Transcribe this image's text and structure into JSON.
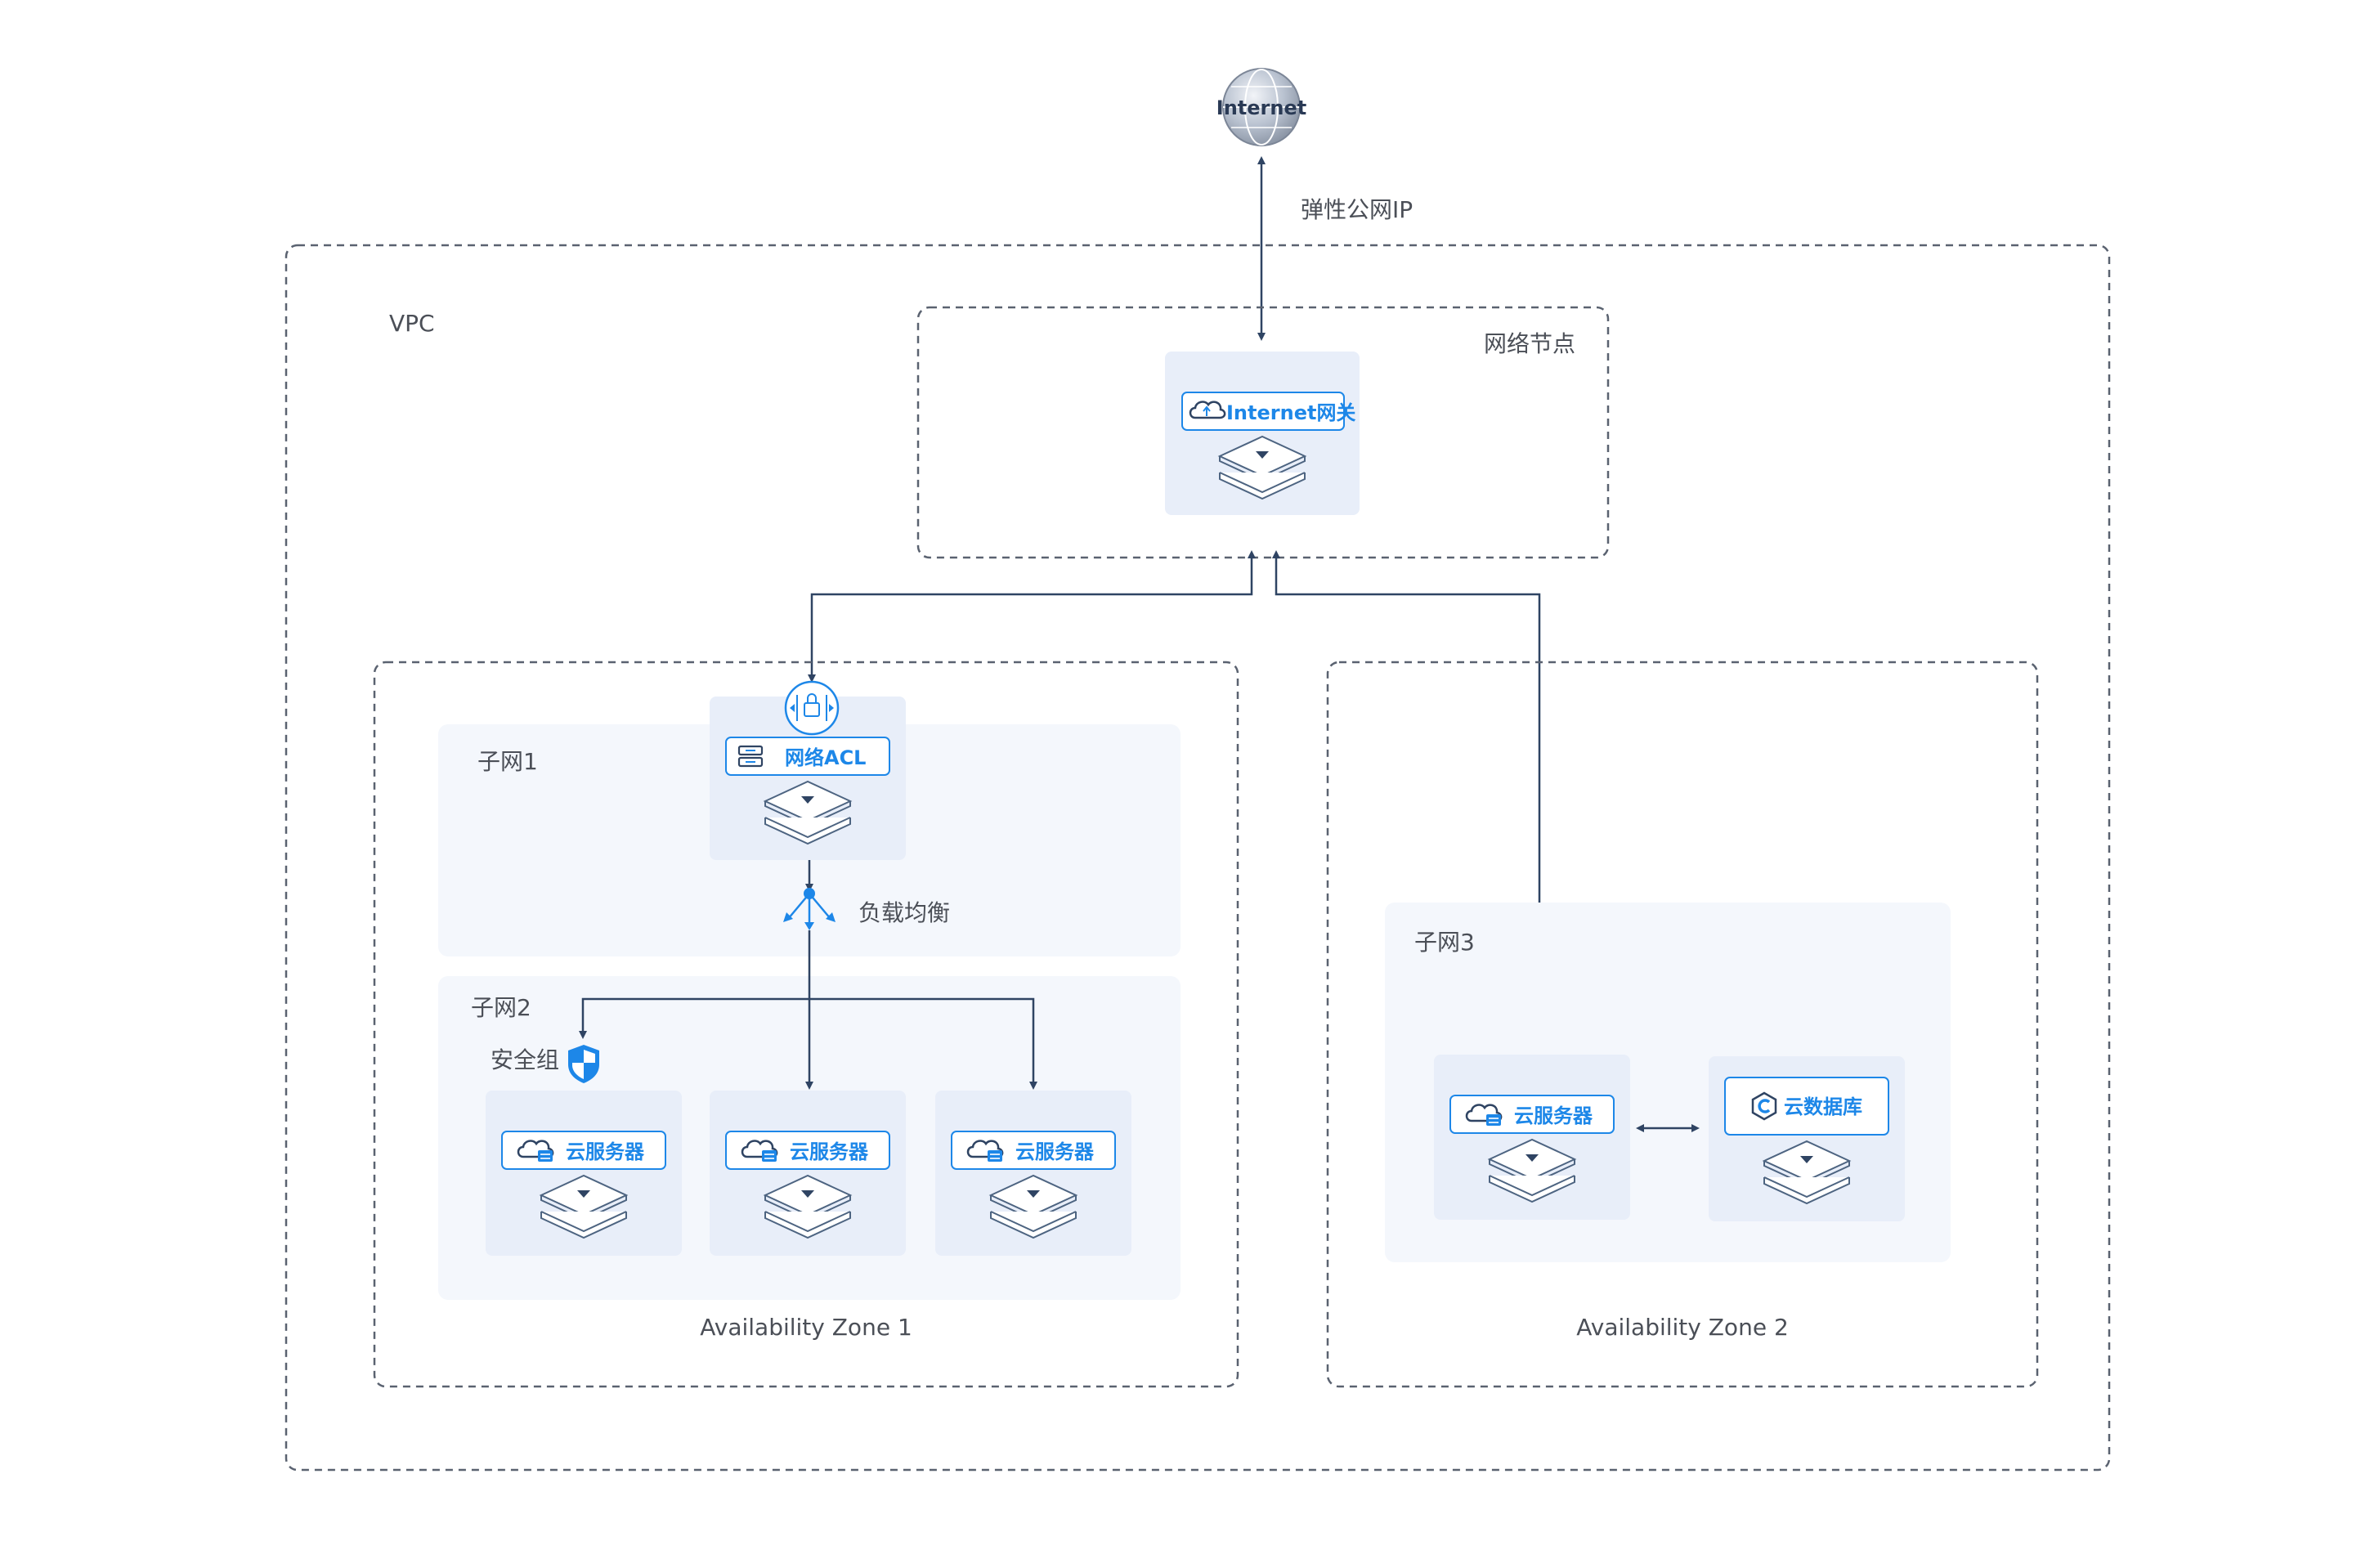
{
  "internet": {
    "label": "Internet"
  },
  "elastic_ip": {
    "label": "弹性公网IP"
  },
  "vpc": {
    "label": "VPC"
  },
  "network_node": {
    "label": "网络节点",
    "gateway_label": "Internet网关"
  },
  "zone1": {
    "label": "Availability Zone 1",
    "subnet1": {
      "label": "子网1",
      "acl_label": "网络ACL"
    },
    "load_balancer": {
      "label": "负载均衡"
    },
    "subnet2": {
      "label": "子网2",
      "security_group_label": "安全组",
      "servers": [
        {
          "label": "云服务器"
        },
        {
          "label": "云服务器"
        },
        {
          "label": "云服务器"
        }
      ]
    }
  },
  "zone2": {
    "label": "Availability Zone 2",
    "subnet3": {
      "label": "子网3",
      "server": {
        "label": "云服务器"
      },
      "database": {
        "label": "云数据库"
      }
    }
  },
  "colors": {
    "dashed_border": "#5a6270",
    "connector": "#2f4463",
    "accent_blue": "#1d87e8",
    "subnet_bg": "#f4f7fc",
    "card_bg": "#e8eef9"
  }
}
